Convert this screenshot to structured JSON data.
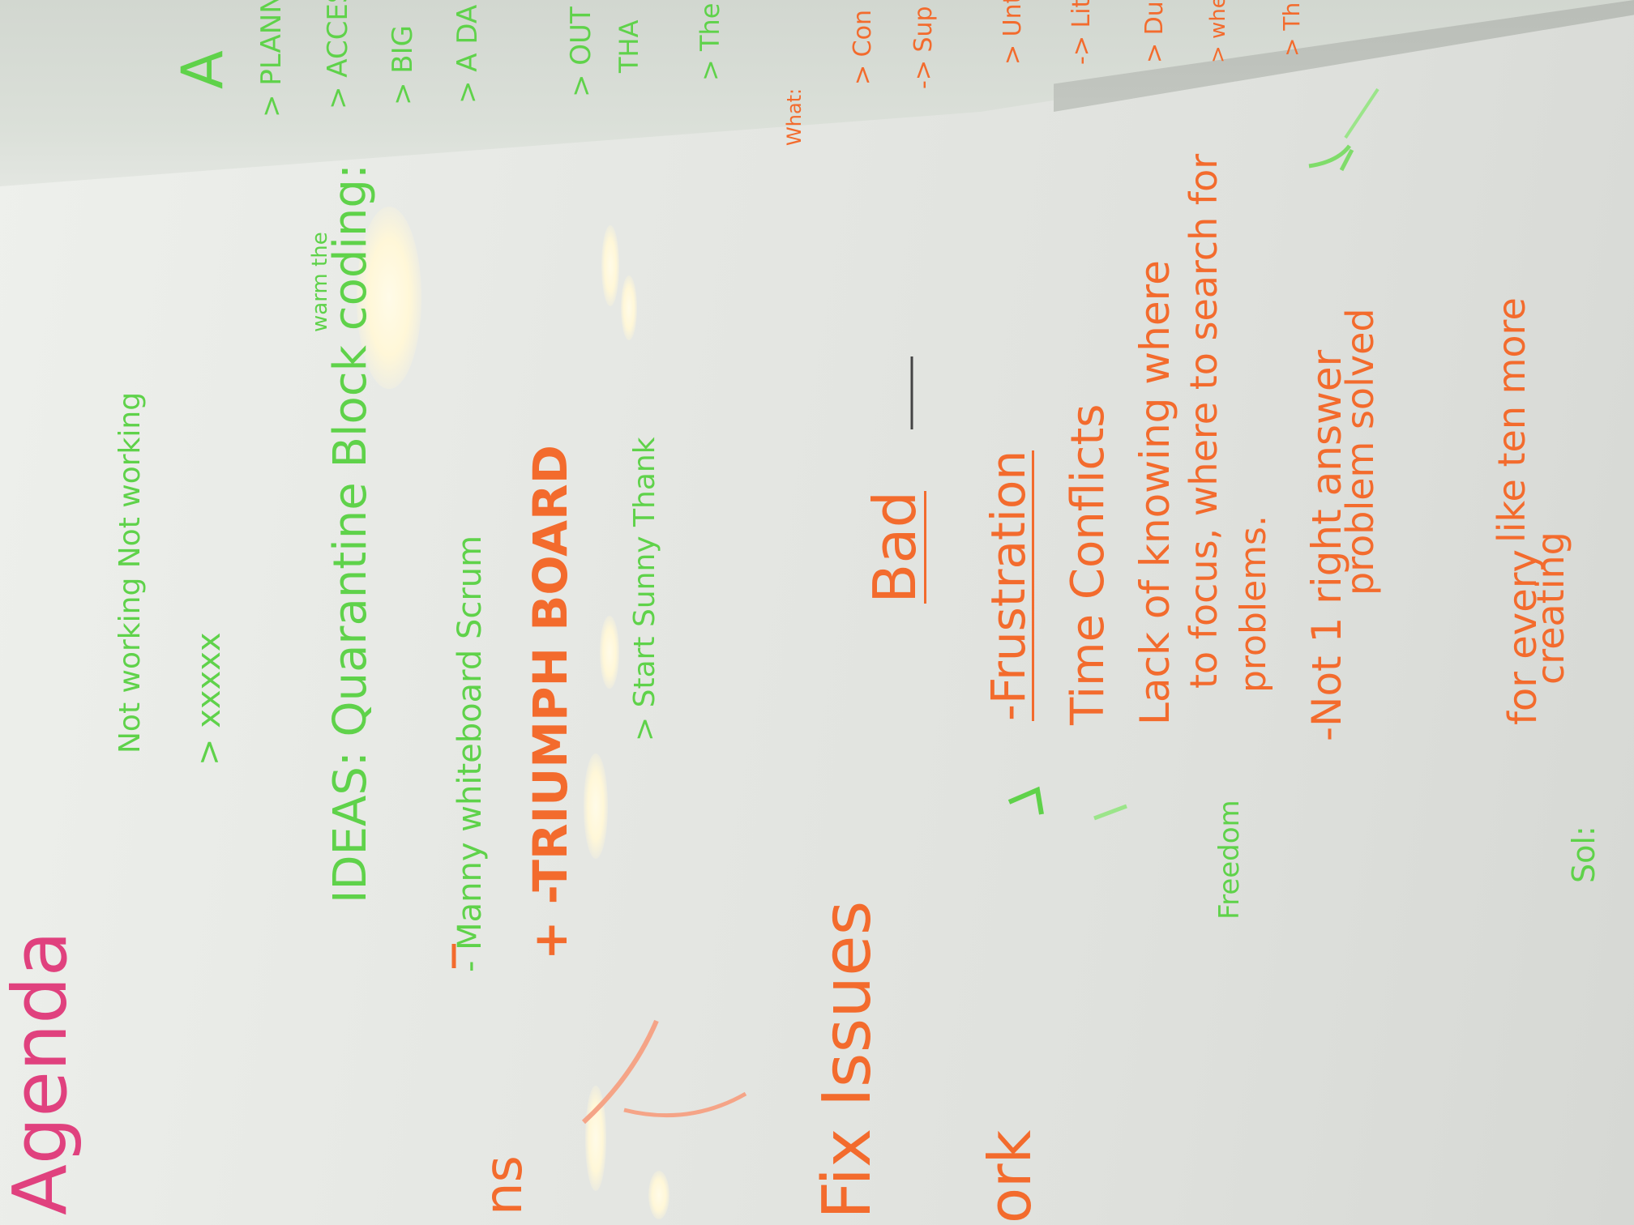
{
  "board": {
    "lines": [
      {
        "id": "agenda",
        "text": "Agenda",
        "color": "#e0417e"
      },
      {
        "id": "items-xxx",
        "text": "> xxxxx",
        "color": "#5fd24a"
      },
      {
        "id": "ideas",
        "text": "IDEAS: Quarantine Block coding:",
        "color": "#5fd24a"
      },
      {
        "id": "ideas-aside",
        "text": "warm the",
        "color": "#5fd24a"
      },
      {
        "id": "manny",
        "text": "- Manny whiteboard Scrum",
        "color": "#5fd24a"
      },
      {
        "id": "triumph",
        "text": "+ -TRIUMPH BOARD",
        "color": "#f36b2d"
      },
      {
        "id": "start",
        "text": "> Start Sunny Thank",
        "color": "#5fd24a"
      },
      {
        "id": "not-working",
        "text": "Not working  Not working",
        "color": "#5fd24a"
      },
      {
        "id": "fix-issues",
        "text": "Fix Issues",
        "color": "#f36b2d"
      },
      {
        "id": "bad",
        "text": "Bad",
        "color": "#f36b2d"
      },
      {
        "id": "frustration",
        "text": "-Frustration",
        "color": "#f36b2d"
      },
      {
        "id": "time-conflicts",
        "text": "Time Conflicts",
        "color": "#f36b2d"
      },
      {
        "id": "lack-knowing",
        "text": "Lack of knowing where",
        "color": "#f36b2d"
      },
      {
        "id": "to-focus",
        "text": "to focus, where to search for",
        "color": "#f36b2d"
      },
      {
        "id": "problems",
        "text": "problems.",
        "color": "#f36b2d"
      },
      {
        "id": "not-1-right",
        "text": "-Not 1 right answer",
        "color": "#f36b2d"
      },
      {
        "id": "problem-solved",
        "text": "problem solved",
        "color": "#f36b2d"
      },
      {
        "id": "for-every",
        "text": "for every",
        "color": "#f36b2d"
      },
      {
        "id": "like-ten-more",
        "text": "like ten more",
        "color": "#f36b2d"
      },
      {
        "id": "creating",
        "text": "creating",
        "color": "#f36b2d"
      },
      {
        "id": "freedom",
        "text": "Freedom",
        "color": "#5fd24a"
      },
      {
        "id": "sol",
        "text": "Sol:",
        "color": "#5fd24a"
      },
      {
        "id": "what",
        "text": "What:",
        "color": "#f36b2d"
      },
      {
        "id": "top-planning",
        "text": "> PLANN",
        "color": "#5fd24a"
      },
      {
        "id": "top-access",
        "text": "> ACCES",
        "color": "#5fd24a"
      },
      {
        "id": "top-big",
        "text": "> BIG",
        "color": "#5fd24a"
      },
      {
        "id": "top-ada",
        "text": "> A DA",
        "color": "#5fd24a"
      },
      {
        "id": "top-out",
        "text": "> OUT",
        "color": "#5fd24a"
      },
      {
        "id": "top-tha",
        "text": "THA",
        "color": "#5fd24a"
      },
      {
        "id": "top-the",
        "text": "> The",
        "color": "#5fd24a"
      },
      {
        "id": "top-a",
        "text": "A",
        "color": "#5fd24a"
      },
      {
        "id": "right-con",
        "text": "> Con",
        "color": "#f36b2d"
      },
      {
        "id": "right-sup",
        "text": "-> Sup",
        "color": "#f36b2d"
      },
      {
        "id": "right-unt",
        "text": "> Unt",
        "color": "#f36b2d"
      },
      {
        "id": "right-lit",
        "text": "-> Litt",
        "color": "#f36b2d"
      },
      {
        "id": "right-dud",
        "text": "> Dud",
        "color": "#f36b2d"
      },
      {
        "id": "right-whe",
        "text": "> whe",
        "color": "#f36b2d"
      },
      {
        "id": "right-th",
        "text": "> Th",
        "color": "#f36b2d"
      },
      {
        "id": "left-ns",
        "text": "ns",
        "color": "#f36b2d"
      },
      {
        "id": "left-ork",
        "text": "ork",
        "color": "#f36b2d"
      }
    ]
  }
}
